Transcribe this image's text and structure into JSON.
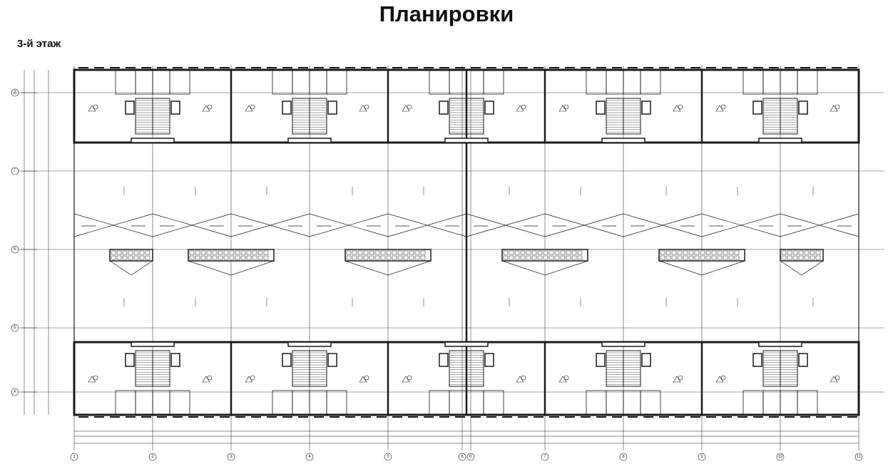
{
  "header": {
    "title": "Планировки"
  },
  "plan": {
    "floor_label": "3-й этаж",
    "column_axes": [
      "1",
      "2",
      "3",
      "4",
      "5",
      "6",
      "6'",
      "7",
      "8",
      "9",
      "10",
      "11"
    ],
    "row_axes": [
      "Д",
      "Г",
      "В",
      "Б",
      "А"
    ],
    "line_color": "#1a1a1a"
  }
}
